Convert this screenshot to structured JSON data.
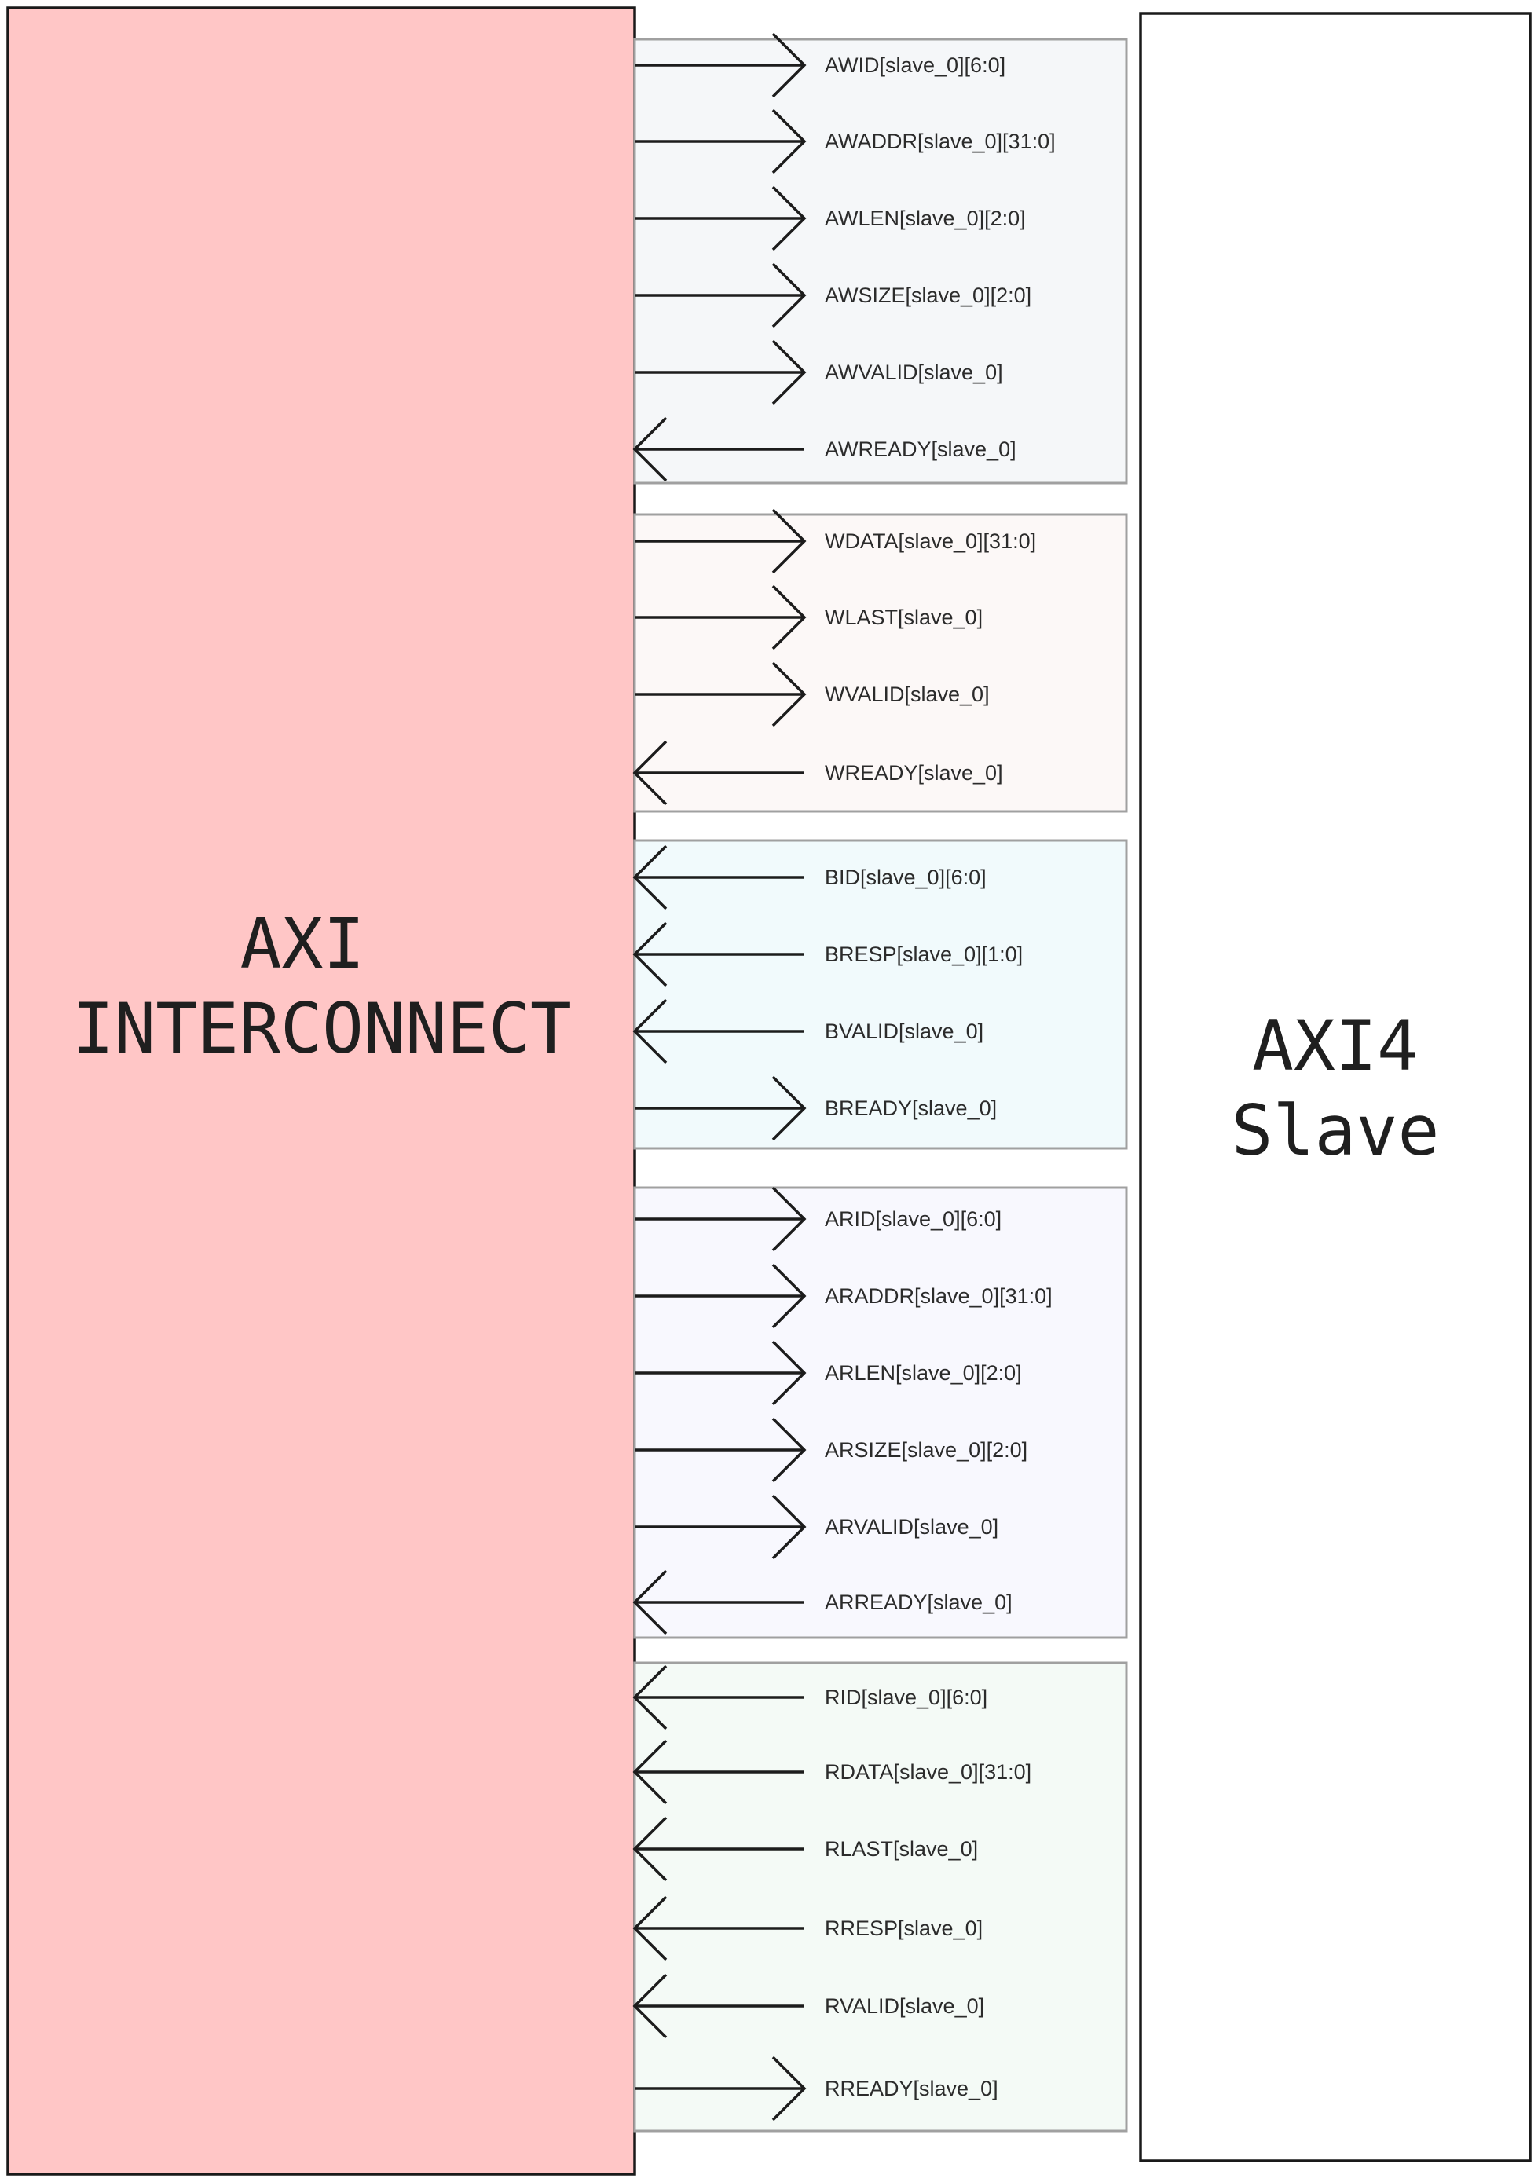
{
  "blocks": {
    "interconnect": {
      "title_line1": "AXI",
      "title_line2": "INTERCONNECT",
      "fill": "#ffc6c6"
    },
    "slave": {
      "title_line1": "AXI4",
      "title_line2": "Slave",
      "fill": "#ffffff"
    }
  },
  "channels": [
    {
      "name": "write-address",
      "fill": "#f5f7f9",
      "signals": [
        {
          "label": "AWID[slave_0][6:0]",
          "dir": "out"
        },
        {
          "label": "AWADDR[slave_0][31:0]",
          "dir": "out"
        },
        {
          "label": "AWLEN[slave_0][2:0]",
          "dir": "out"
        },
        {
          "label": "AWSIZE[slave_0][2:0]",
          "dir": "out"
        },
        {
          "label": "AWVALID[slave_0]",
          "dir": "out"
        },
        {
          "label": "AWREADY[slave_0]",
          "dir": "in"
        }
      ]
    },
    {
      "name": "write-data",
      "fill": "#fcf8f7",
      "signals": [
        {
          "label": "WDATA[slave_0][31:0]",
          "dir": "out"
        },
        {
          "label": "WLAST[slave_0]",
          "dir": "out"
        },
        {
          "label": "WVALID[slave_0]",
          "dir": "out"
        },
        {
          "label": "WREADY[slave_0]",
          "dir": "in"
        }
      ]
    },
    {
      "name": "write-response",
      "fill": "#f1fafc",
      "signals": [
        {
          "label": "BID[slave_0][6:0]",
          "dir": "in"
        },
        {
          "label": "BRESP[slave_0][1:0]",
          "dir": "in"
        },
        {
          "label": "BVALID[slave_0]",
          "dir": "in"
        },
        {
          "label": "BREADY[slave_0]",
          "dir": "out"
        }
      ]
    },
    {
      "name": "read-address",
      "fill": "#f8f8fe",
      "signals": [
        {
          "label": "ARID[slave_0][6:0]",
          "dir": "out"
        },
        {
          "label": "ARADDR[slave_0][31:0]",
          "dir": "out"
        },
        {
          "label": "ARLEN[slave_0][2:0]",
          "dir": "out"
        },
        {
          "label": "ARSIZE[slave_0][2:0]",
          "dir": "out"
        },
        {
          "label": "ARVALID[slave_0]",
          "dir": "out"
        },
        {
          "label": "ARREADY[slave_0]",
          "dir": "in"
        }
      ]
    },
    {
      "name": "read-data",
      "fill": "#f4faf6",
      "signals": [
        {
          "label": "RID[slave_0][6:0]",
          "dir": "in"
        },
        {
          "label": "RDATA[slave_0][31:0]",
          "dir": "in"
        },
        {
          "label": "RLAST[slave_0]",
          "dir": "in"
        },
        {
          "label": "RRESP[slave_0]",
          "dir": "in"
        },
        {
          "label": "RVALID[slave_0]",
          "dir": "in"
        },
        {
          "label": "RREADY[slave_0]",
          "dir": "out"
        }
      ]
    }
  ]
}
